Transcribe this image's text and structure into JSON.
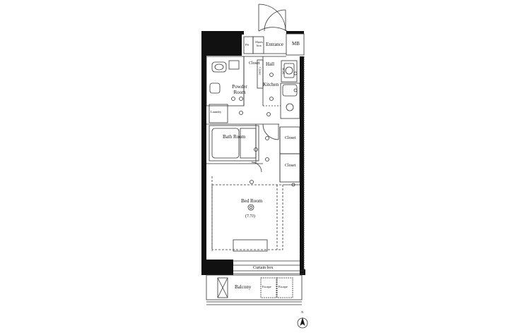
{
  "rooms": {
    "entrance": "Entrance",
    "mb": "MB",
    "ps": "PS",
    "shoes_box": "Shoes box",
    "hall": "Hall",
    "closet_top": "Closet",
    "closet_vertical": "Closet",
    "kitchen": "Kitchen",
    "wm": "W.M",
    "powder_room": "Powder Room",
    "laundry": "Laundry",
    "bath_room": "Bath Room",
    "closet_1": "Closet",
    "closet_2": "Closet",
    "bed_room": "Bed Room",
    "bed_area": "(7.7J)",
    "curtain_box": "Curtain box",
    "balcony": "Balcony",
    "escape_1": "Escape",
    "escape_2": "Escape",
    "north": "N"
  },
  "colors": {
    "wall": "#111111",
    "line": "#333333",
    "background": "#ffffff"
  },
  "icons": [
    "door-swing-icon",
    "toilet-icon",
    "sink-icon",
    "bathtub-icon",
    "washing-machine-icon",
    "stove-icon",
    "ceiling-light-icon",
    "north-compass-icon"
  ]
}
